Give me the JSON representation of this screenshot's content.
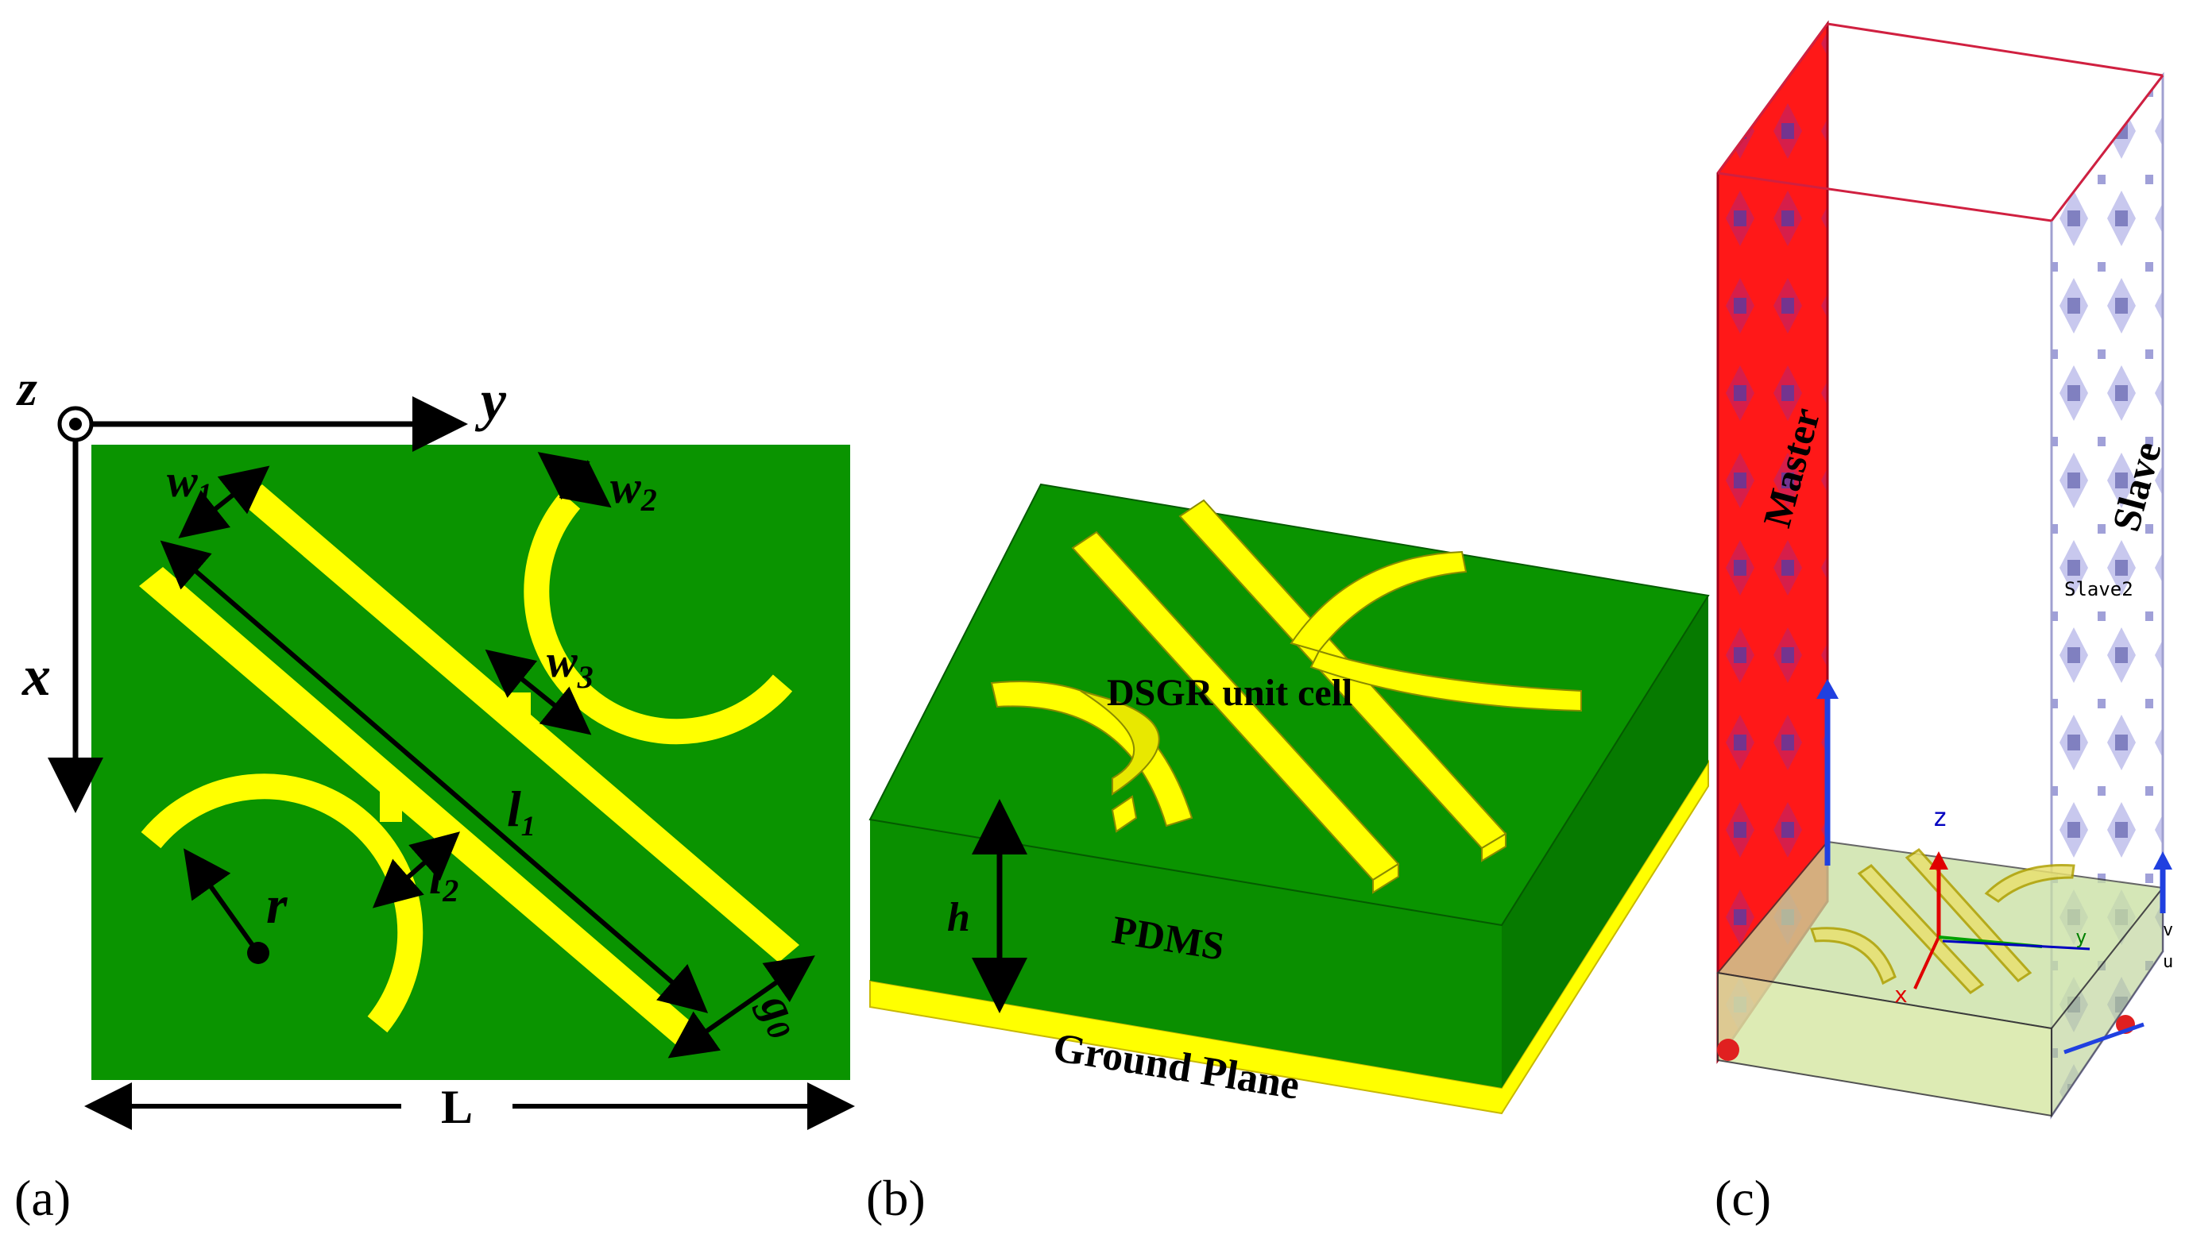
{
  "panel_a": {
    "label": "(a)",
    "axis_z": "z",
    "axis_y": "y",
    "axis_x": "x",
    "dim_w1": "w",
    "dim_w1_sub": "1",
    "dim_w2": "w",
    "dim_w2_sub": "2",
    "dim_w3": "w",
    "dim_w3_sub": "3",
    "dim_l1": "l",
    "dim_l1_sub": "1",
    "dim_l2": "l",
    "dim_l2_sub": "2",
    "dim_r": "r",
    "dim_g": "g",
    "dim_g_sub": "0",
    "dim_L": "L"
  },
  "panel_b": {
    "label": "(b)",
    "unit_cell_label": "DSGR unit cell",
    "substrate_label": "PDMS",
    "height_label": "h",
    "ground_label": "Ground Plane"
  },
  "panel_c": {
    "label": "(c)",
    "master_label": "Master",
    "slave_label": "Slave",
    "slave2_label": "Slave2",
    "axis_z": "z",
    "axis_x": "x",
    "axis_y": "y",
    "axis_u": "u",
    "axis_v": "v"
  },
  "colors": {
    "substrate": "#0a9400",
    "substrate_side": "#067a00",
    "substrate_dark": "#056600",
    "metal": "#ffff00",
    "master": "#ff1a1a",
    "slave": "#9090cc",
    "box_line": "#d02040"
  }
}
